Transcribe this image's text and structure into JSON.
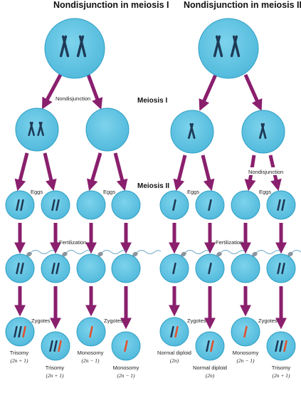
{
  "titles": {
    "left": "Nondisjunction in meiosis I",
    "right": "Nondisjunction in meiosis II"
  },
  "stages": {
    "meiosis1": "Meiosis I",
    "meiosis2": "Meiosis II"
  },
  "labels": {
    "nondisjunction": "Nondisjunction",
    "eggs": "Eggs",
    "fertilization": "Fertilization",
    "zygotes": "Zygotes"
  },
  "results": {
    "left": [
      {
        "name": "Trisomy",
        "formula": "(2n + 1)"
      },
      {
        "name": "Trisomy",
        "formula": "(2n + 1)"
      },
      {
        "name": "Monosomy",
        "formula": "(2n − 1)"
      },
      {
        "name": "Monosomy",
        "formula": "(2n − 1)"
      }
    ],
    "right": [
      {
        "name": "Normal diploid",
        "formula": "(2n)"
      },
      {
        "name": "Normal diploid",
        "formula": "(2n)"
      },
      {
        "name": "Monosomy",
        "formula": "(2n − 1)"
      },
      {
        "name": "Trisomy",
        "formula": "(2n + 1)"
      }
    ]
  },
  "colors": {
    "cell_fill": "#5fc4e3",
    "cell_stroke": "#2f9fc3",
    "arrow": "#8a1f6d",
    "chromosome": "#1e3a56",
    "paternal_chromosome": "#e0522e"
  }
}
